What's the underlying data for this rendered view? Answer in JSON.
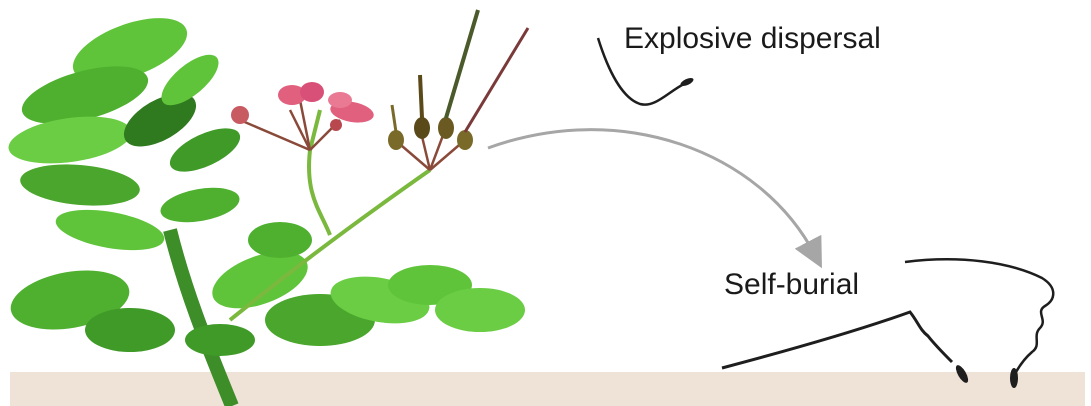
{
  "labels": {
    "explosive": "Explosive dispersal",
    "burial": "Self-burial"
  },
  "colors": {
    "leaf": "#5fc43a",
    "leaf_dark": "#2f7a1e",
    "stem": "#7ab83e",
    "petal": "#e0607e",
    "pedicel": "#8a4a3a",
    "seed": "#1e1e1e",
    "arrow": "#a6a6a6",
    "ground": "#efe2d6"
  },
  "icons": {
    "plant": "geranium-plant-illustration",
    "arrow": "curved-arrow-icon",
    "seed_spring": "seed-spring-icon",
    "seed_awn": "seed-awn-icon"
  }
}
